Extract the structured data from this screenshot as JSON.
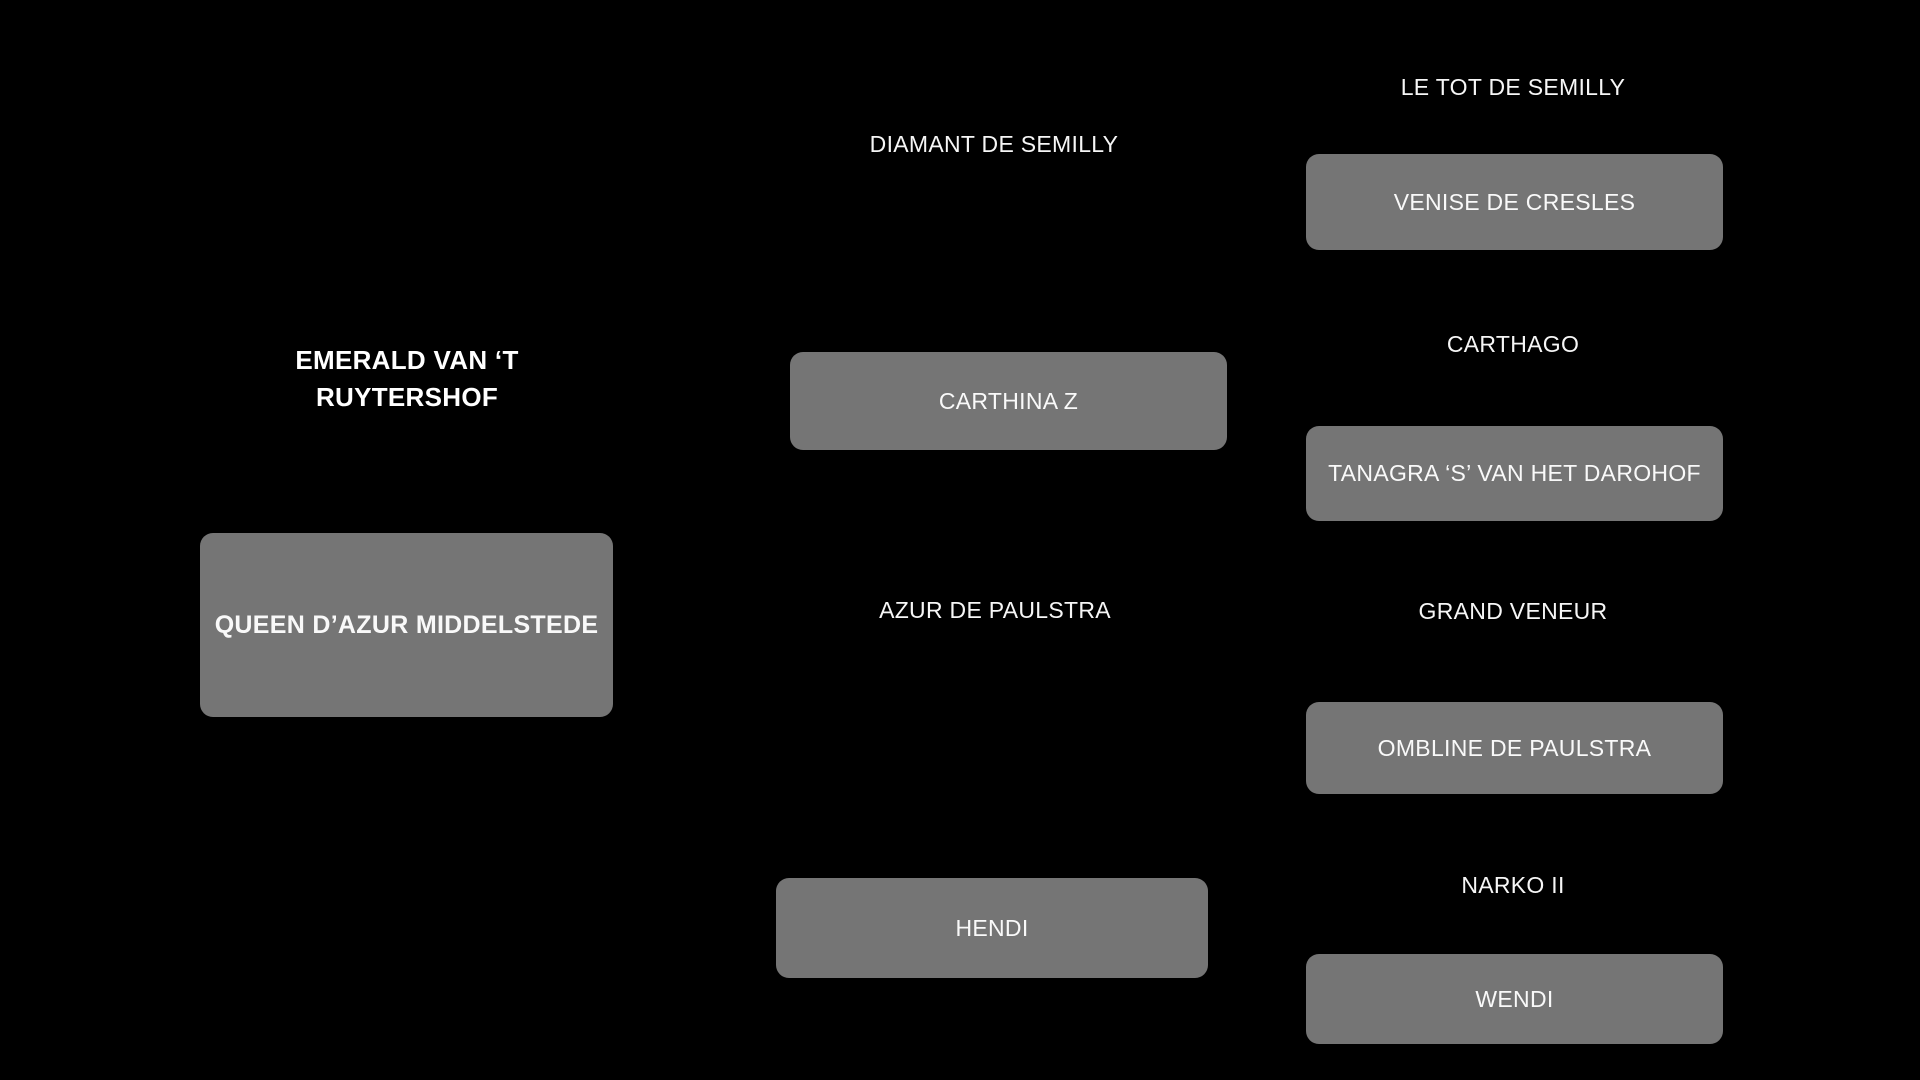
{
  "colors": {
    "background": "#000000",
    "dam_box": "#757575",
    "text": "#f6f6f6"
  },
  "pedigree": {
    "type": "family-tree",
    "generations": [
      {
        "nodes": [
          {
            "label": "EMERALD VAN ‘T RUYTERSHOF",
            "style": "text",
            "role": "sire"
          },
          {
            "label": "QUEEN D’AZUR MIDDELSTEDE",
            "style": "box",
            "role": "dam"
          }
        ]
      },
      {
        "nodes": [
          {
            "label": "DIAMANT DE SEMILLY",
            "style": "text",
            "role": "sire"
          },
          {
            "label": "CARTHINA Z",
            "style": "box",
            "role": "dam"
          },
          {
            "label": "AZUR DE PAULSTRA",
            "style": "text",
            "role": "sire"
          },
          {
            "label": "HENDI",
            "style": "box",
            "role": "dam"
          }
        ]
      },
      {
        "nodes": [
          {
            "label": "LE TOT DE SEMILLY",
            "style": "text",
            "role": "sire"
          },
          {
            "label": "VENISE DE CRESLES",
            "style": "box",
            "role": "dam"
          },
          {
            "label": "CARTHAGO",
            "style": "text",
            "role": "sire"
          },
          {
            "label": "TANAGRA ‘S’ VAN HET DAROHOF",
            "style": "box",
            "role": "dam"
          },
          {
            "label": "GRAND VENEUR",
            "style": "text",
            "role": "sire"
          },
          {
            "label": "OMBLINE DE PAULSTRA",
            "style": "box",
            "role": "dam"
          },
          {
            "label": "NARKO II",
            "style": "text",
            "role": "sire"
          },
          {
            "label": "WENDI",
            "style": "box",
            "role": "dam"
          }
        ]
      }
    ]
  }
}
